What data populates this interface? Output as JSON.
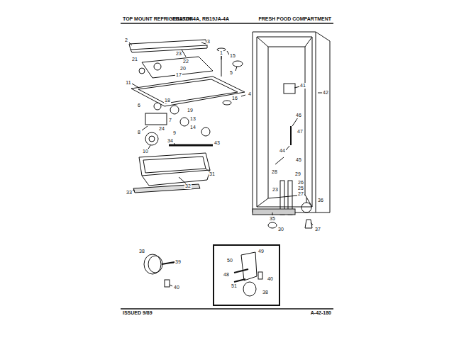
{
  "diagram": {
    "nodes": [
      {
        "text": [
          "50",
          "49",
          "48",
          "51",
          "38",
          "40"
        ]
      }
    ],
    "labels": [
      "TOP MOUNT REFRIGERATOR",
      "RB19JN-4A, RB19JA-4A",
      "FRESH FOOD COMPARTMENT",
      "ISSUED 9/89",
      "A-42-180",
      "2",
      "3",
      "1",
      "23",
      "21",
      "22",
      "20",
      "17",
      "15",
      "5",
      "11",
      "4",
      "16",
      "6",
      "18",
      "19",
      "24",
      "7",
      "8",
      "9",
      "13",
      "14",
      "10",
      "34",
      "43",
      "31",
      "32",
      "33",
      "41",
      "42",
      "46",
      "47",
      "44",
      "45",
      "28",
      "29",
      "23",
      "26",
      "25",
      "27",
      "36",
      "37",
      "35",
      "30",
      "38",
      "39",
      "40"
    ]
  }
}
